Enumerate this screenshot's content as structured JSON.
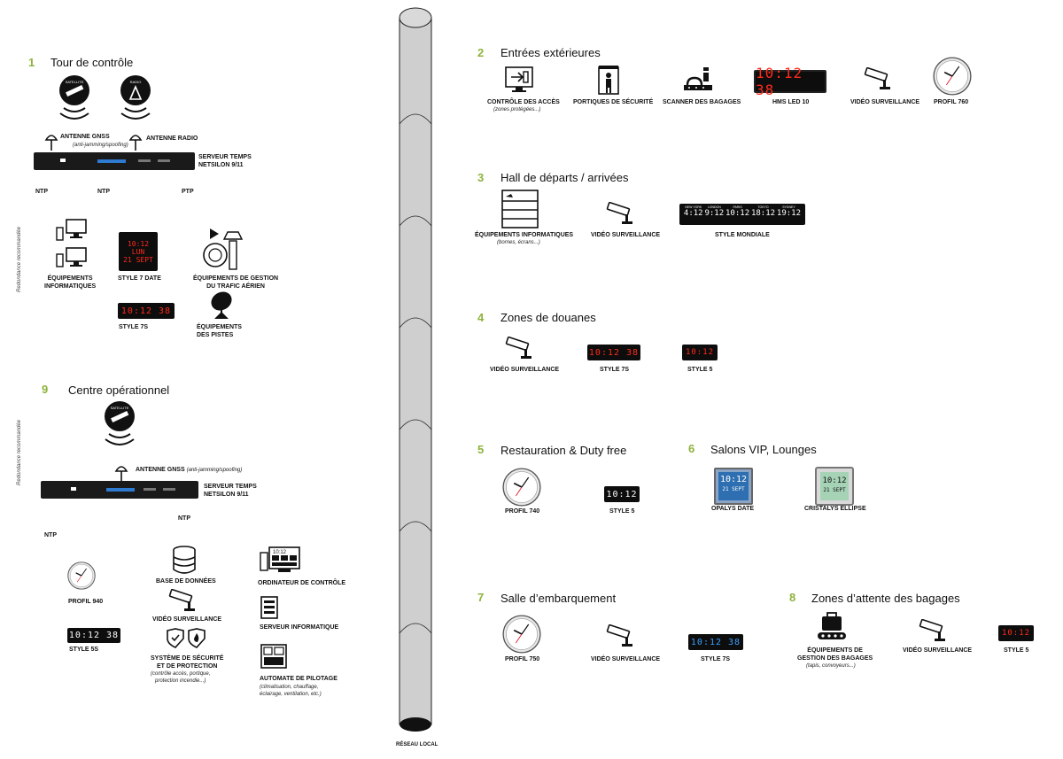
{
  "local_network": {
    "label": "RÉSEAU LOCAL"
  },
  "redundancy": {
    "label": "Redondance recommandée"
  },
  "s1": {
    "num": "1",
    "title": "Tour de contrôle",
    "satellite_badge": "SATELLITE",
    "radio_badge": "RADIO",
    "gnss_label": "ANTENNE GNSS",
    "gnss_sub": "(anti-jamming/spoofing)",
    "radio_label": "ANTENNE RADIO",
    "server_label_1": "SERVEUR TEMPS",
    "server_label_2": "NETSILON 9/11",
    "ntp1": "NTP",
    "ntp2": "NTP",
    "ptp": "PTP",
    "it_label_1": "ÉQUIPEMENTS",
    "it_label_2": "INFORMATIQUES",
    "style7date": {
      "time": "10:12",
      "day": "LUN",
      "date": "21 SEPT",
      "label": "STYLE 7 DATE"
    },
    "atm_label_1": "ÉQUIPEMENTS DE GESTION",
    "atm_label_2": "DU TRAFIC AÉRIEN",
    "style7s": {
      "time": "10:12 38",
      "label": "STYLE 7S"
    },
    "runway_label_1": "ÉQUIPEMENTS",
    "runway_label_2": "DES PISTES"
  },
  "s9": {
    "num": "9",
    "title": "Centre opérationnel",
    "satellite_badge": "SATELLITE",
    "gnss_label": "ANTENNE GNSS",
    "gnss_sub": "(anti-jamming/spoofing)",
    "server_label_1": "SERVEUR TEMPS",
    "server_label_2": "NETSILON 9/11",
    "ntp_a": "NTP",
    "ntp_b": "NTP",
    "profil940": "PROFIL 940",
    "db_label": "BASE DE DONNÉES",
    "control_pc": "ORDINATEUR DE CONTRÔLE",
    "control_pc_screen": "10:12",
    "video": "VIDÉO SURVEILLANCE",
    "it_server": "SERVEUR INFORMATIQUE",
    "style5s": {
      "time": "10:12 38",
      "label": "STYLE 5S"
    },
    "security_1": "SYSTÈME DE SÉCURITÉ",
    "security_2": "ET DE PROTECTION",
    "security_sub_1": "(contrôle accès, portique,",
    "security_sub_2": "protection incendie...)",
    "plc_label": "AUTOMATE DE PILOTAGE",
    "plc_sub_1": "(climatisation, chauffage,",
    "plc_sub_2": "éclairage, ventilation, etc.)"
  },
  "s2": {
    "num": "2",
    "title": "Entrées extérieures",
    "access": "CONTRÔLE DES ACCÈS",
    "access_sub": "(zones protégées...)",
    "portals": "PORTIQUES DE SÉCURITÉ",
    "scanner": "SCANNER DES BAGAGES",
    "hms": {
      "time": "10:12 38",
      "label": "HMS LED 10"
    },
    "video": "VIDÉO SURVEILLANCE",
    "profil760": "PROFIL 760"
  },
  "s3": {
    "num": "3",
    "title": "Hall de départs / arrivées",
    "it": "ÉQUIPEMENTS INFORMATIQUES",
    "it_sub": "(bornes, écrans...)",
    "video": "VIDÉO SURVEILLANCE",
    "world": {
      "cities": [
        "NEW YORK",
        "LONDON",
        "PARIS",
        "TOKYO",
        "SYDNEY"
      ],
      "times": [
        "4:12",
        "9:12",
        "10:12",
        "18:12",
        "19:12"
      ],
      "label": "STYLE MONDIALE"
    }
  },
  "s4": {
    "num": "4",
    "title": "Zones de douanes",
    "video": "VIDÉO SURVEILLANCE",
    "style7s": {
      "time": "10:12 38",
      "label": "STYLE 7S"
    },
    "style5": {
      "time": "10:12",
      "label": "STYLE 5"
    }
  },
  "s5": {
    "num": "5",
    "title": "Restauration & Duty free",
    "profil740": "PROFIL 740",
    "style5": {
      "time": "10:12",
      "label": "STYLE 5"
    }
  },
  "s6": {
    "num": "6",
    "title": "Salons VIP, Lounges",
    "opalys": {
      "time": "10:12",
      "date": "21 SEPT",
      "label": "OPALYS DATE"
    },
    "cristalys": {
      "time": "10:12",
      "date": "21 SEPT",
      "label": "CRISTALYS ELLIPSE"
    }
  },
  "s7": {
    "num": "7",
    "title": "Salle d’embarquement",
    "profil750": "PROFIL 750",
    "video": "VIDÉO SURVEILLANCE",
    "style7s": {
      "time": "10:12 38",
      "label": "STYLE 7S"
    }
  },
  "s8": {
    "num": "8",
    "title": "Zones d’attente des bagages",
    "baggage_1": "ÉQUIPEMENTS DE",
    "baggage_2": "GESTION DES BAGAGES",
    "baggage_sub": "(tapis, convoyeurs...)",
    "video": "VIDÉO SURVEILLANCE",
    "style5": {
      "time": "10:12",
      "label": "STYLE 5"
    }
  },
  "colors": {
    "accent": "#8db33a",
    "led_red": "#ff2a1a",
    "led_blue": "#3aa0ff",
    "pipe": "#cfcfcf"
  }
}
